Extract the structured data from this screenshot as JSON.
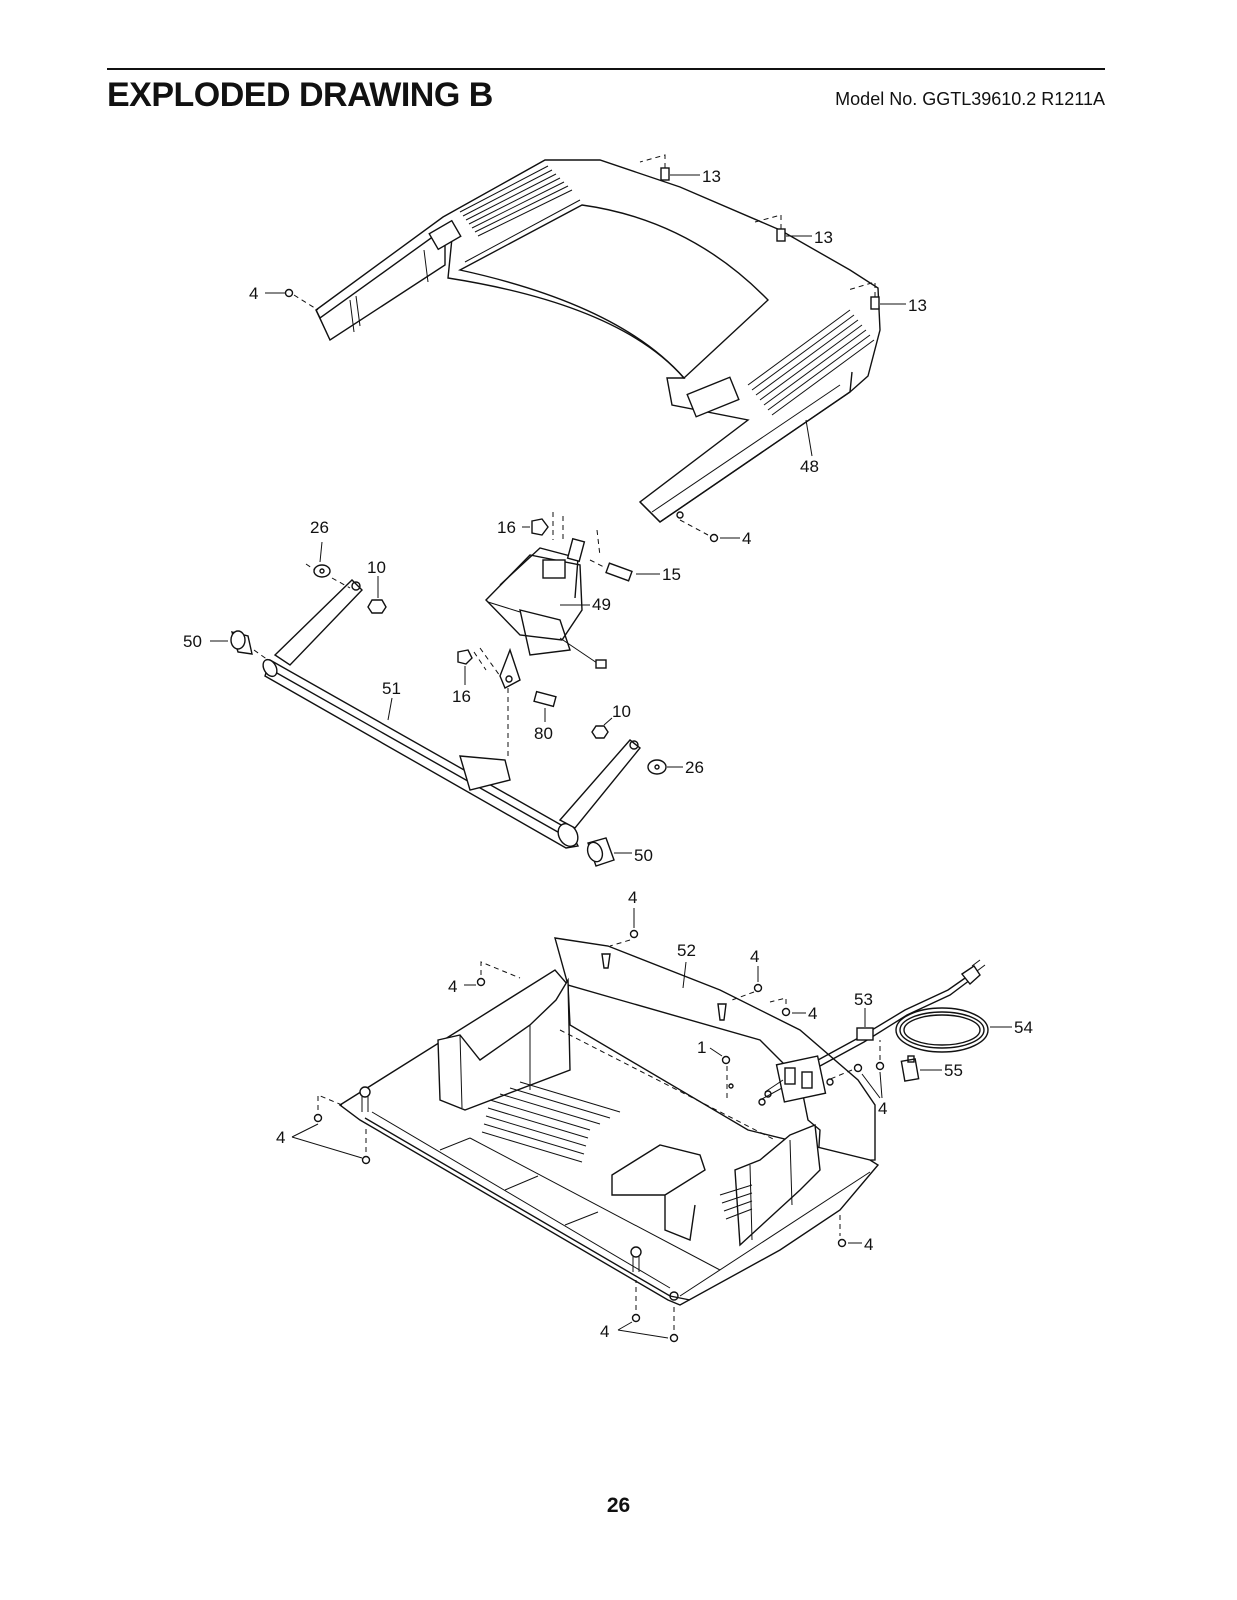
{
  "page": {
    "title": "EXPLODED DRAWING B",
    "model": "Model No. GGTL39610.2 R1211A",
    "page_number": "26"
  },
  "callouts": {
    "c13a": "13",
    "c13b": "13",
    "c13c": "13",
    "c4_top_left": "4",
    "c48": "48",
    "c4_hood_right": "4",
    "c26_left": "26",
    "c10_left": "10",
    "c16_top": "16",
    "c15": "15",
    "c49": "49",
    "c50_left": "50",
    "c51": "51",
    "c16_bottom": "16",
    "c80": "80",
    "c10_right": "10",
    "c26_right": "26",
    "c50_right": "50",
    "c4_base_top": "4",
    "c52": "52",
    "c4_base_mid": "4",
    "c4_base_left": "4",
    "c4_base_right_a": "4",
    "c53": "53",
    "c54": "54",
    "c1": "1",
    "c55": "55",
    "c4_base_right_b": "4",
    "c4_left_pair": "4",
    "c4_base_far_right": "4",
    "c4_bottom_pair": "4"
  }
}
